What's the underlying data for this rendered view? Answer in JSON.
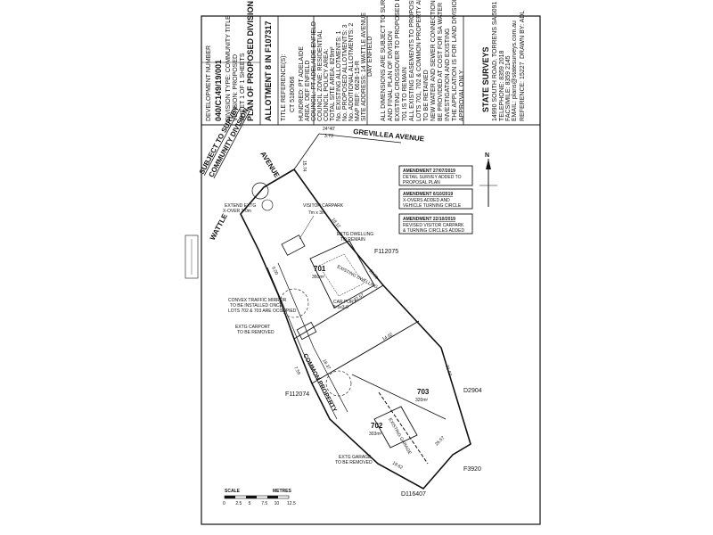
{
  "title_block": {
    "development_number": "DEVELOPMENT NUMBER",
    "development_value": "040/C149/19/001",
    "division_type": "DIVISION TYPE: COMMUNITY TITLE",
    "version": "VERSION: PROPOSED",
    "sheet": "SHEET 1 OF 1 SHEETS",
    "plan_title": "PLAN OF PROPOSED DIVISION",
    "allotment": "ALLOTMENT 8 IN F107317",
    "title_reference_heading": "TITLE REFERENCE(S):",
    "title_reference": "CT 5180/966",
    "hundred": "HUNDRED: PT ADELAIDE",
    "area": "AREA: DEF ENFIELD",
    "council": "COUNCIL: PT ADELAIDE ENFIELD",
    "zone": "COUNCIL ZONE: RESIDENTIAL",
    "policy": "COUNCIL POLICY AREA:",
    "total_site_area": "TOTAL SITE AREA: 829m²",
    "existing_allotments": "No. EXISTING ALLOTMENTS: 1",
    "proposed_allotments": "No. PROPOSED ALLOTMENTS: 3",
    "additional_allotments": "No. ADDITIONAL ALLOTMENTS: 2",
    "map_ref": "MAP REF: 6628-15-R",
    "site_address": "SITE ADDRESS: 14 WATTLE AVENUE",
    "suburb": "DAY ENFIELD",
    "notes": [
      "ALL DIMENSIONS ARE SUBJECT TO SURVEY",
      "AND FINAL PLAN OF DIVISION",
      "EXISTING CROSSOVER TO PROPOSED LOT",
      "701 IS TO REMAIN",
      "ALL EXISTING EASEMENTS TO PROPOSED",
      "LOTS 701, 702 & COMMON PROPERTY ARE",
      "TO BE RETAINED",
      "NEW WATER AND SEWER CONNECTIONS TO",
      "BE PROVIDED AT COST FOR SA WATER",
      "INVESTIGATION AND EXISTING",
      "THE APPLICATION IS FOR LAND DIVISION",
      "APPROVAL ONLY"
    ],
    "firm": "STATE SURVEYS",
    "firm_address": "14990 SOUTH ROAD, TORRENS SA 5091",
    "telephone": "TELEPHONE: 8359 2018",
    "facsimile": "FACSIMILE: 8359 2145",
    "email": "EMAIL: plans@statesurveys.com.au",
    "reference": "REFERENCE: 15227",
    "drawn_by": "DRAWN BY: ADL"
  },
  "stamp": {
    "line1": "SUBJECT TO SURVEY",
    "line2": "COMMUNITY DIVISION"
  },
  "streets": {
    "grevillea": "GREVILLEA AVENUE",
    "wattle": "WATTLE",
    "avenue": "AVENUE"
  },
  "amendments": [
    {
      "title": "AMENDMENT 27/07/2019",
      "text": [
        "DETAIL SURVEY ADDED TO",
        "PROPOSAL PLAN"
      ]
    },
    {
      "title": "AMENDMENT 6/10/2019",
      "text": [
        "X-OVERS ADDED AND",
        "VEHICLE TURNING CIRCLE"
      ]
    },
    {
      "title": "AMENDMENT 22/10/2019",
      "text": [
        "REVISED VISITOR CARPARK",
        "& TURNING CIRCLES ADDED"
      ]
    }
  ],
  "north": "N",
  "parcels": {
    "f112075": "F112075",
    "f112074": "F112074",
    "d2904": "D2904",
    "f3920": "F3920",
    "d116407": "D116407"
  },
  "lots": {
    "lot701": {
      "number": "701",
      "area": "360m²"
    },
    "lot702": {
      "number": "702",
      "area": "303m²"
    },
    "lot703": {
      "number": "703",
      "area": "320m²"
    }
  },
  "labels": {
    "visitor_carpark": "VISITOR CARPARK",
    "visitor_size": "7m x 3m",
    "extg_dwelling": [
      "EXTG DWELLING",
      "TO REMAIN"
    ],
    "extend_xover": [
      "EXTEND EXTG",
      "X-OVER 2-0m"
    ],
    "car_port": "CAR PORT",
    "car_port_size": "5-5x3-0",
    "convex_mirror": [
      "CONVEX TRAFFIC MIRROR",
      "TO BE INSTALLED ONCE",
      "LOTS 702 & 703 ARE OCCUPIED"
    ],
    "extg_carport": [
      "EXTG CARPORT",
      "TO BE REMOVED"
    ],
    "extg_garage": [
      "EXTG GARAGE",
      "TO BE REMOVED"
    ],
    "common_property": "COMMON PROPERTY",
    "existing_dwelling": "EXISTING DWELLING",
    "existing_garage": "EXISTING GARAGE"
  },
  "scale": {
    "label": "SCALE",
    "units": "METRES",
    "ticks": [
      "0",
      "2.5",
      "5",
      "7.5",
      "10",
      "12.5"
    ]
  },
  "dimensions": [
    "24°40'",
    "3.73",
    "15.74",
    "18.12",
    "20.01",
    "31.59",
    "22.57",
    "14.02",
    "18.37",
    "19.62",
    "26.57",
    "9.00",
    "7.59"
  ]
}
